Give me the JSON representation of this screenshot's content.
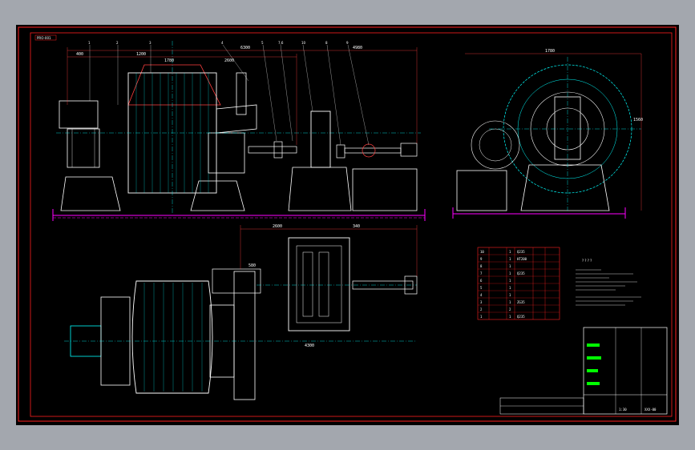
{
  "drawing": {
    "tag_label": "PRO-001",
    "part_numbers": [
      "1",
      "2",
      "3",
      "4",
      "5",
      "7,6",
      "10",
      "8",
      "9"
    ],
    "dims_top": [
      "400",
      "1200",
      "1780",
      "2600",
      "6300",
      "4980"
    ],
    "dims_side": [
      "1780",
      "1560"
    ],
    "dims_plan": [
      "2600",
      "580",
      "340",
      "4300"
    ],
    "colors": {
      "background": "#000000",
      "frame": "#ff2020",
      "outline": "#ffffff",
      "center": "#00ffff",
      "dim": "#ff4040",
      "ground": "#ff00ff",
      "highlight": "#00ff00",
      "accent": "#ffff00"
    }
  },
  "parts_table": {
    "rows": [
      [
        "10",
        "",
        "1",
        "Q235",
        "",
        ""
      ],
      [
        "9",
        "",
        "1",
        "HT200",
        "",
        ""
      ],
      [
        "8",
        "",
        "1",
        "",
        "",
        ""
      ],
      [
        "7",
        "",
        "1",
        "Q235",
        "",
        ""
      ],
      [
        "6",
        "",
        "1",
        "",
        "",
        ""
      ],
      [
        "5",
        "",
        "1",
        "",
        "",
        ""
      ],
      [
        "4",
        "",
        "1",
        "",
        "",
        ""
      ],
      [
        "3",
        "",
        "1",
        "ZG35",
        "",
        ""
      ],
      [
        "2",
        "",
        "2",
        "",
        "",
        ""
      ],
      [
        "1",
        "",
        "1",
        "Q235",
        "",
        ""
      ]
    ]
  },
  "notes_title": "? ? ? ?",
  "title_block": {
    "scale": "1:30",
    "code": "XXX-00"
  }
}
